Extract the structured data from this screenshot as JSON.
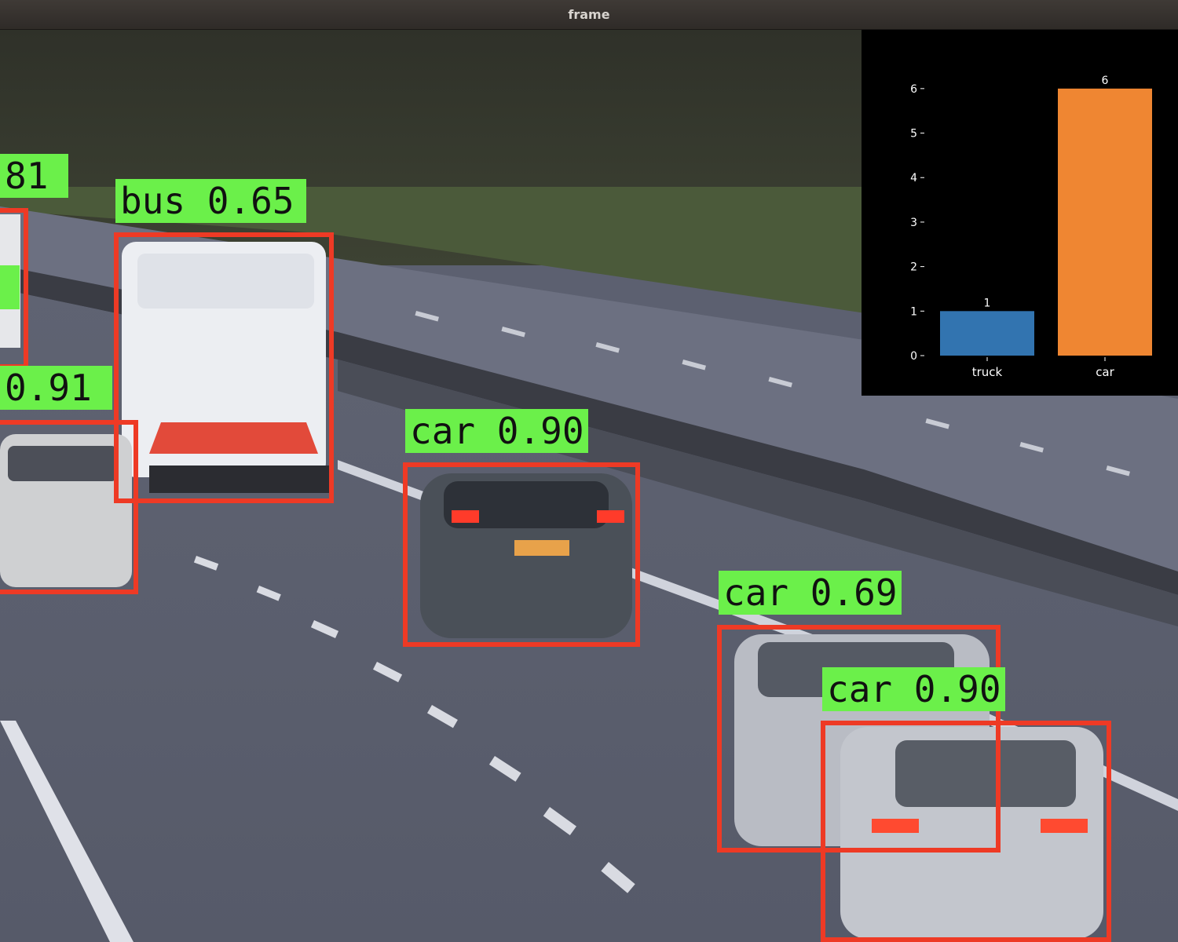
{
  "window": {
    "title": "frame"
  },
  "detections": [
    {
      "label": "81",
      "id": "d0"
    },
    {
      "label": "bus 0.65",
      "id": "d1"
    },
    {
      "label": "0.91",
      "id": "d2"
    },
    {
      "label": "car 0.90",
      "id": "d3"
    },
    {
      "label": "car 0.69",
      "id": "d4"
    },
    {
      "label": "car 0.90",
      "id": "d5"
    }
  ],
  "chart_data": {
    "type": "bar",
    "categories": [
      "truck",
      "car"
    ],
    "values": [
      1,
      6
    ],
    "data_labels": [
      "1",
      "6"
    ],
    "colors": [
      "#3274b0",
      "#ef8632"
    ],
    "ylim": [
      0,
      6.35
    ],
    "yticks": [
      "0",
      "1",
      "2",
      "3",
      "4",
      "5",
      "6"
    ],
    "grid": false,
    "background": "#000000",
    "text_color": "#ffffff"
  },
  "colors": {
    "box": "#ee3a25",
    "label_bg": "#6bf04a"
  }
}
